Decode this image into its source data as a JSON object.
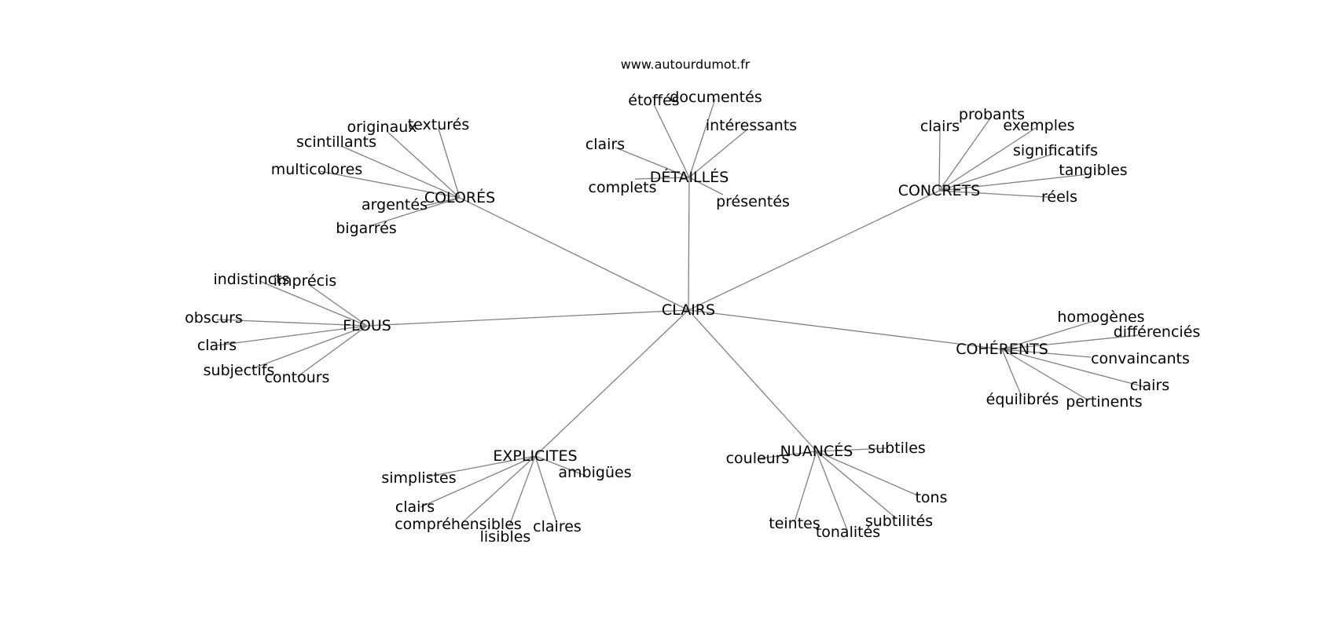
{
  "source": "www.autourdumot.fr",
  "graph": {
    "root": "CLAIRS",
    "groups": [
      {
        "hub": "COLORÉS",
        "leaves": [
          "originaux",
          "texturés",
          "scintillants",
          "multicolores",
          "argentés",
          "bigarrés"
        ]
      },
      {
        "hub": "DÉTAILLÉS",
        "leaves": [
          "étoffés",
          "documentés",
          "intéressants",
          "clairs",
          "complets",
          "présentés"
        ]
      },
      {
        "hub": "CONCRETS",
        "leaves": [
          "clairs",
          "probants",
          "exemples",
          "significatifs",
          "tangibles",
          "réels"
        ]
      },
      {
        "hub": "FLOUS",
        "leaves": [
          "indistincts",
          "imprécis",
          "obscurs",
          "clairs",
          "subjectifs",
          "contours"
        ]
      },
      {
        "hub": "COHÉRENTS",
        "leaves": [
          "homogènes",
          "différenciés",
          "convaincants",
          "clairs",
          "équilibrés",
          "pertinents"
        ]
      },
      {
        "hub": "EXPLICITES",
        "leaves": [
          "simplistes",
          "ambigües",
          "clairs",
          "compréhensibles",
          "lisibles",
          "claires"
        ]
      },
      {
        "hub": "NUANCÉS",
        "leaves": [
          "couleurs",
          "subtiles",
          "tons",
          "teintes",
          "tonalités",
          "subtilités"
        ]
      }
    ]
  }
}
